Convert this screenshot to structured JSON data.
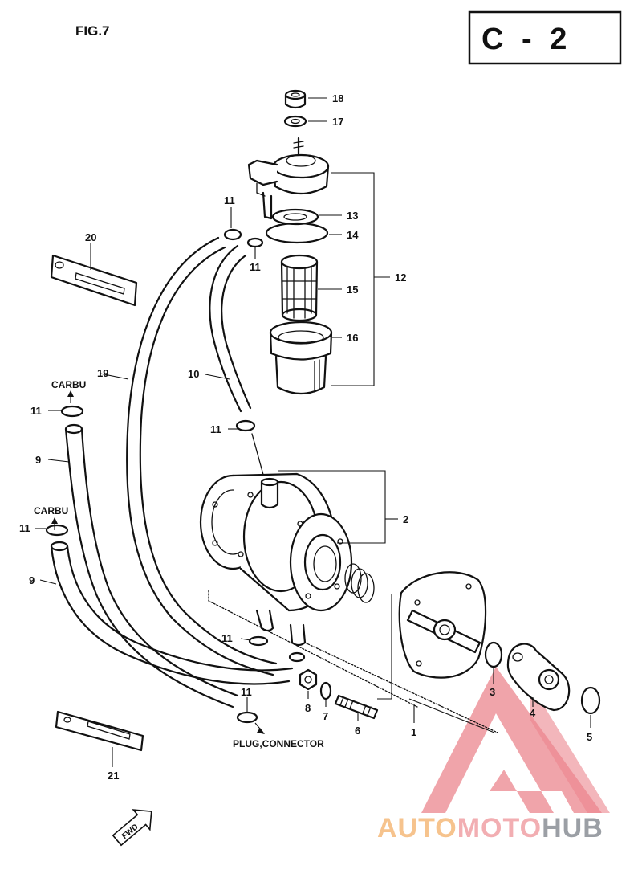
{
  "figure_label": "FIG.7",
  "section_code": "C - 2",
  "callouts": {
    "p1": "1",
    "p2": "2",
    "p3": "3",
    "p4": "4",
    "p5": "5",
    "p6": "6",
    "p7": "7",
    "p8": "8",
    "p9a": "9",
    "p9b": "9",
    "p10": "10",
    "p11a": "11",
    "p11b": "11",
    "p11c": "11",
    "p11d": "11",
    "p11e": "11",
    "p11f": "11",
    "p11g": "11",
    "p12": "12",
    "p13": "13",
    "p14": "14",
    "p15": "15",
    "p16": "16",
    "p17": "17",
    "p18": "18",
    "p19": "19",
    "p20": "20",
    "p21": "21"
  },
  "labels": {
    "carbu_top": "CARBU",
    "carbu_bottom": "CARBU",
    "plug_connector": "PLUG,CONNECTOR",
    "fwd_arrow": "FWD"
  },
  "watermark": {
    "auto": "AUTO",
    "moto": "MOTO",
    "hub": "HUB"
  },
  "colors": {
    "line": "#111111",
    "watermark_red": "#e8707a",
    "watermark_orange": "#f5b97a",
    "watermark_gray": "#8a8f96"
  }
}
